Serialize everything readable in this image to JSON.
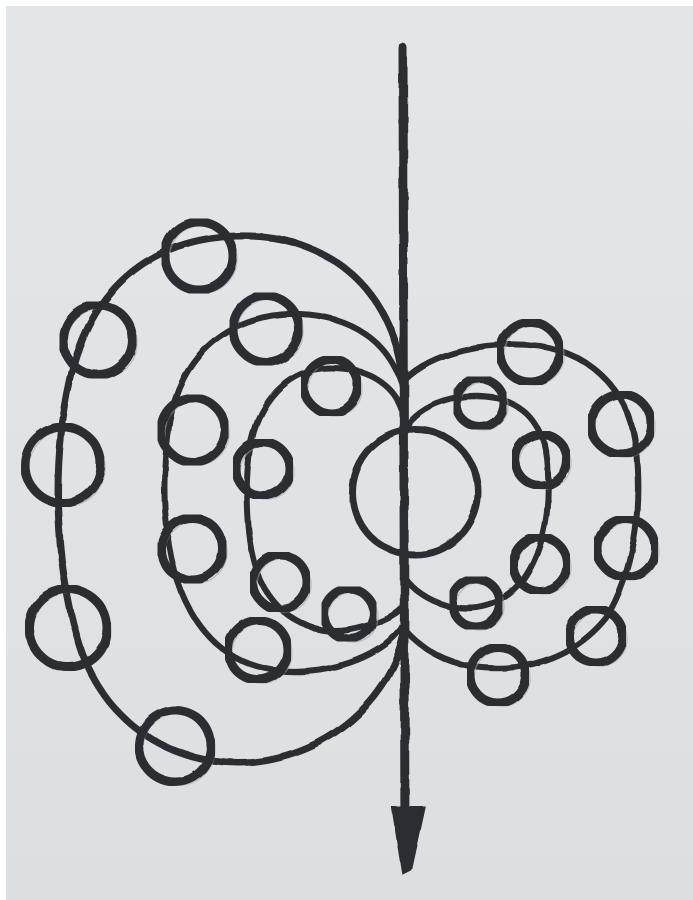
{
  "drawing": {
    "ink_color": "#2b2e31",
    "paper_color": "#e1e4e6",
    "shadow_color": "#9da2a7"
  },
  "field_lines": [
    {
      "id": "left-outer"
    },
    {
      "id": "left-middle"
    },
    {
      "id": "left-inner"
    },
    {
      "id": "right-outer"
    },
    {
      "id": "right-inner"
    }
  ],
  "axis_arrow": {
    "icon": "down-arrow-icon"
  }
}
